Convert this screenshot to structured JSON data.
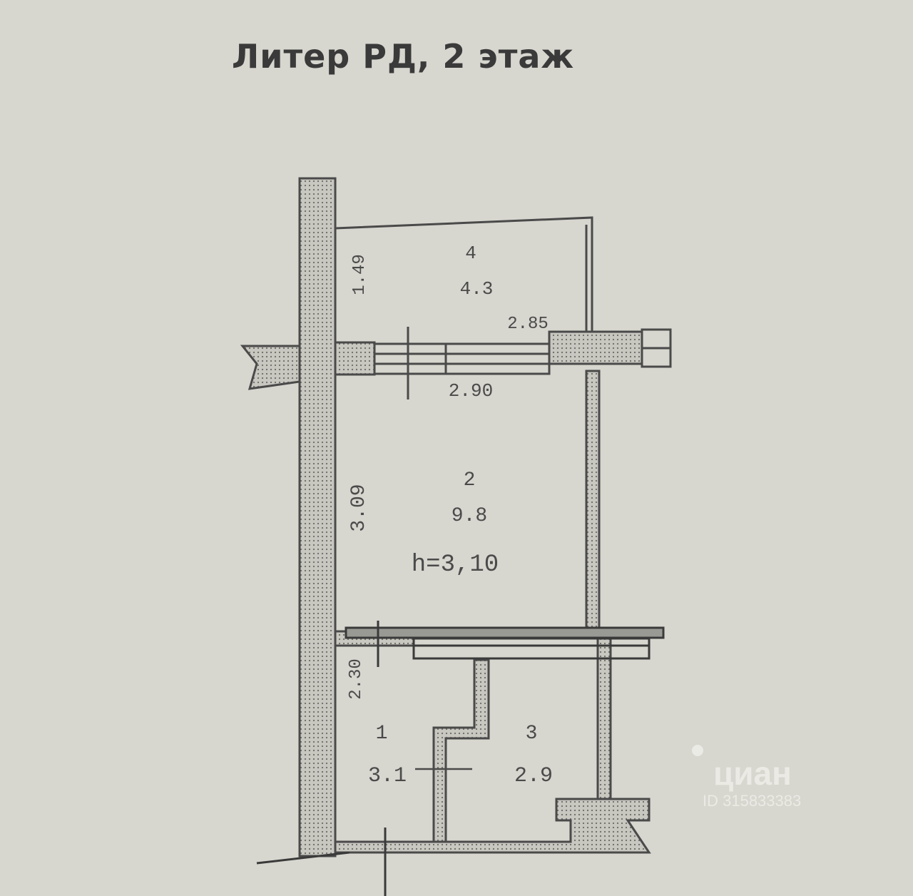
{
  "title": "Литер РД, 2 этаж",
  "rooms": [
    {
      "number": "4",
      "area": "4.3"
    },
    {
      "number": "2",
      "area": "9.8"
    },
    {
      "number": "1",
      "area": "3.1"
    },
    {
      "number": "3",
      "area": "2.9"
    }
  ],
  "ceiling_height": "h=3,10",
  "dimensions": {
    "room4_depth": "1.49",
    "top_width": "2.85",
    "opening_width": "2.90",
    "room2_depth": "3.09",
    "room1_depth": "2.30"
  },
  "watermark": {
    "brand": "циан",
    "id": "ID 315833383"
  },
  "colors": {
    "paper": "#d7d6cf",
    "wall_fill": "#c2c1bb",
    "line": "#4a4a4a"
  }
}
